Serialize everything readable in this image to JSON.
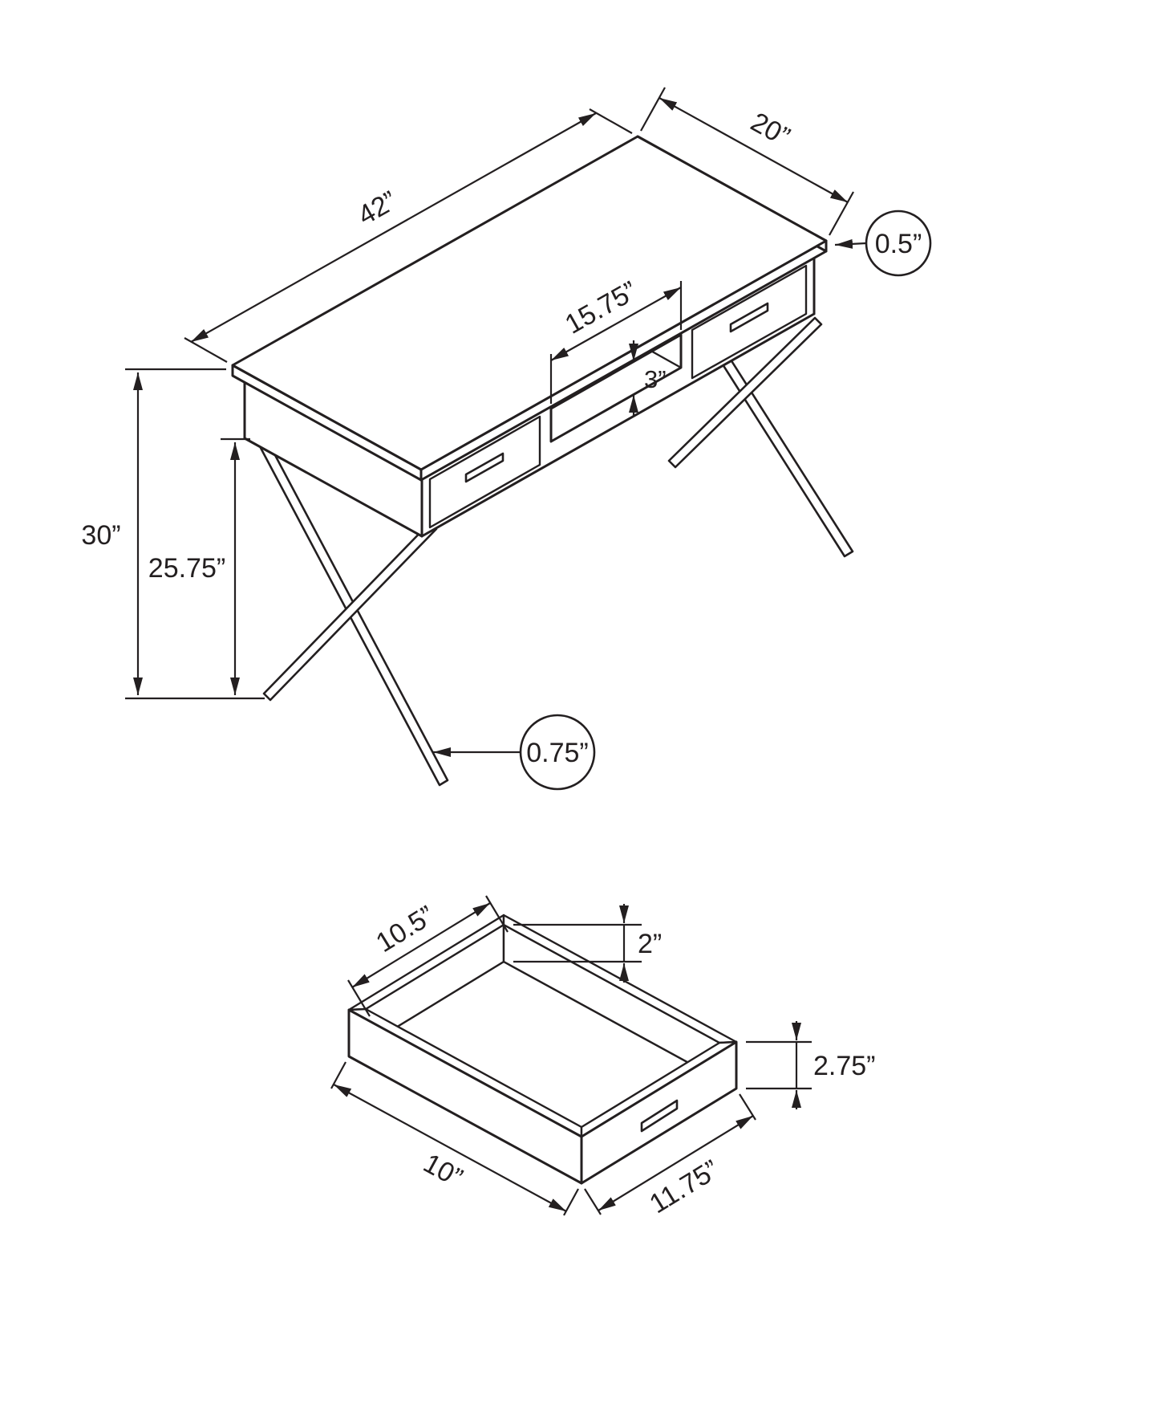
{
  "page": {
    "background": "#ffffff",
    "line_color": "#231f20",
    "description": "Technical dimension drawing of a 42-inch computer desk with X-shaped metal legs and a separate drawer detail"
  },
  "desk": {
    "dims": {
      "length": "42”",
      "depth": "20”",
      "top_thickness": "0.5”",
      "cubby_width": "15.75”",
      "cubby_height": "3”",
      "overall_height": "30”",
      "leg_clearance": "25.75”",
      "leg_tube": "0.75”"
    }
  },
  "drawer": {
    "dims": {
      "inner_width": "10.5”",
      "inner_depth": "2”",
      "outer_height": "2.75”",
      "side_depth": "10”",
      "front_width": "11.75”"
    }
  }
}
